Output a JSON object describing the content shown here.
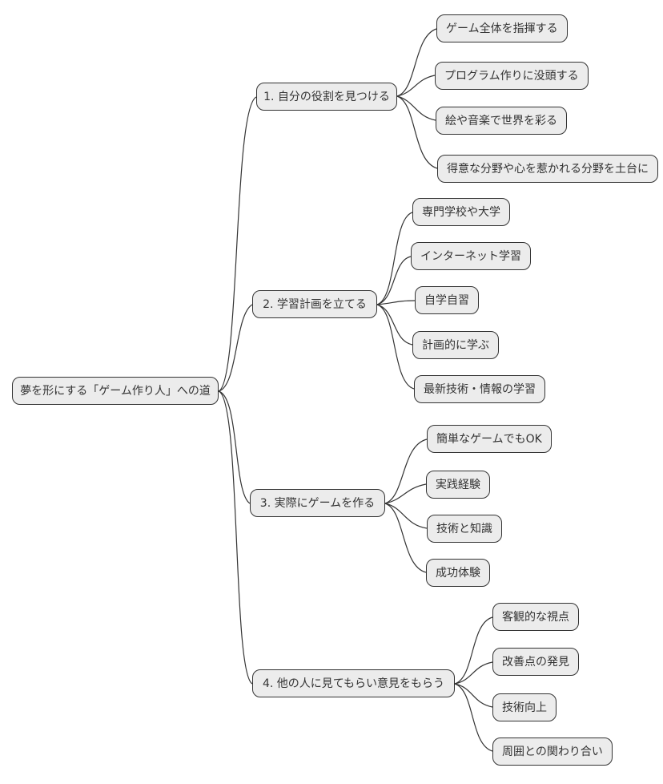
{
  "diagram": {
    "type": "mindmap",
    "orientation": "left-to-right",
    "colors": {
      "background": "#ffffff",
      "node_fill": "#ececec",
      "node_border": "#333333",
      "edge": "#333333",
      "text": "#333333"
    }
  },
  "mindmap": {
    "root": "夢を形にする「ゲーム作り人」への道",
    "branches": [
      {
        "label": "1. 自分の役割を見つける",
        "children": [
          "ゲーム全体を指揮する",
          "プログラム作りに没頭する",
          "絵や音楽で世界を彩る",
          "得意な分野や心を惹かれる分野を土台に"
        ]
      },
      {
        "label": "2. 学習計画を立てる",
        "children": [
          "専門学校や大学",
          "インターネット学習",
          "自学自習",
          "計画的に学ぶ",
          "最新技術・情報の学習"
        ]
      },
      {
        "label": "3. 実際にゲームを作る",
        "children": [
          "簡単なゲームでもOK",
          "実践経験",
          "技術と知識",
          "成功体験"
        ]
      },
      {
        "label": "4. 他の人に見てもらい意見をもらう",
        "children": [
          "客観的な視点",
          "改善点の発見",
          "技術向上",
          "周囲との関わり合い"
        ]
      }
    ]
  }
}
